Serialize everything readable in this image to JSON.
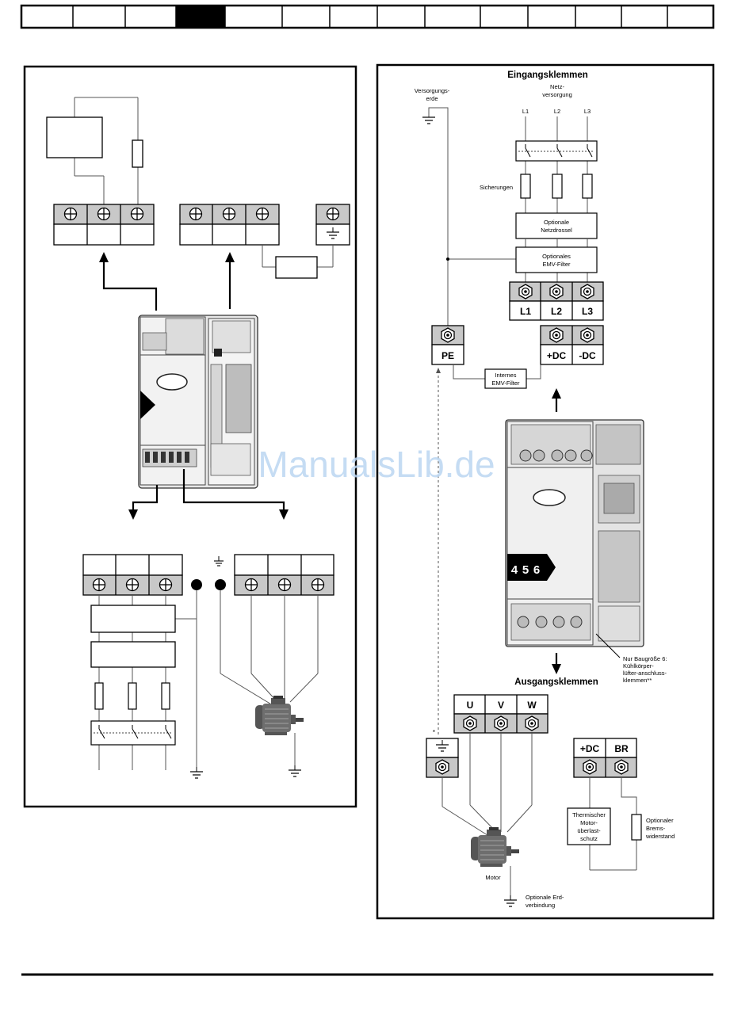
{
  "right_panel": {
    "title_input": "Eingangsklemmen",
    "title_output": "Ausgangsklemmen",
    "supply_earth_lines": [
      "Versorgungs-",
      "erde"
    ],
    "mains_supply_lines": [
      "Netz-",
      "versorgung"
    ],
    "phases": [
      "L1",
      "L2",
      "L3"
    ],
    "fuses_label": "Sicherungen",
    "line_reactor_lines": [
      "Optionale",
      "Netzdrossel"
    ],
    "emc_filter_lines": [
      "Optionales",
      "EMV-Filter"
    ],
    "input_terminals": [
      "L1",
      "L2",
      "L3"
    ],
    "pe_terminal": "PE",
    "dc_terminals": [
      "+DC",
      "-DC"
    ],
    "internal_filter_lines": [
      "Internes",
      "EMV-Filter"
    ],
    "frame_badges": [
      "4",
      "5",
      "6"
    ],
    "fan_note_lines": [
      "Nur Baugröße 6:",
      "Kühlkörper-",
      "lüfter-anschluss-",
      "klemmen**"
    ],
    "output_terminals": [
      "U",
      "V",
      "W"
    ],
    "brake_terminals": [
      "+DC",
      "BR"
    ],
    "thermal_lines": [
      "Thermischer",
      "Motor-",
      "überlast-",
      "schutz"
    ],
    "brake_resistor_lines": [
      "Optionaler",
      "Brems-",
      "widerstand"
    ],
    "motor_label": "Motor",
    "optional_earth_lines": [
      "Optionale Erd-",
      "verbindung"
    ],
    "asterisk": "*"
  },
  "watermark": "ManualsLib.de",
  "colors": {
    "terminal_fill": "#c8c8c8",
    "drive_fill": "#e4e4e4",
    "watermark": "#bcd6f2"
  }
}
